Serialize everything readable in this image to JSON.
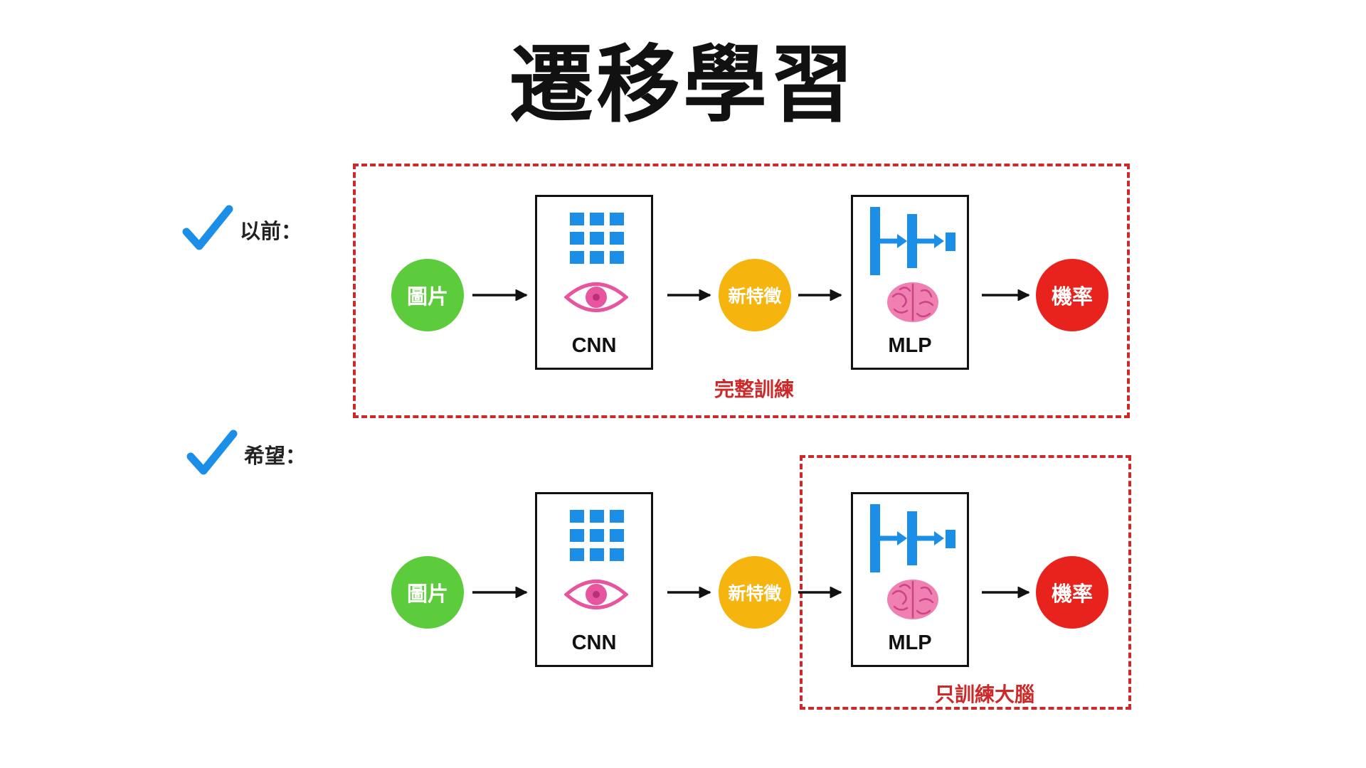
{
  "title": "遷移學習",
  "colors": {
    "image_node": "#5dcc3c",
    "feature_node": "#f6b40e",
    "prob_node": "#e8231d",
    "frame": "#cc2a2a",
    "check": "#1b8fe8",
    "icon_blue": "#1b8fe8",
    "eye": "#e8559f",
    "brain": "#f07fb2"
  },
  "rows": [
    {
      "label": "以前：",
      "nodes": {
        "image": "圖片",
        "cnn": "CNN",
        "feature": "新特徵",
        "mlp": "MLP",
        "prob": "機率"
      },
      "frame_label": "完整訓練"
    },
    {
      "label": "希望：",
      "nodes": {
        "image": "圖片",
        "cnn": "CNN",
        "feature": "新特徵",
        "mlp": "MLP",
        "prob": "機率"
      },
      "frame_label": "只訓練大腦"
    }
  ]
}
